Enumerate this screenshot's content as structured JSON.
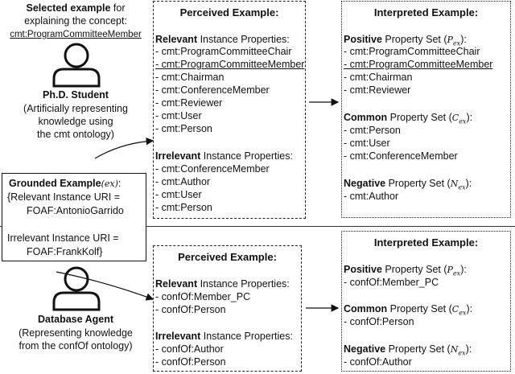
{
  "top_left": {
    "selected_bold": "Selected example",
    "selected_rest": " for",
    "explaining": "explaining the concept:",
    "concept": "cmt:ProgramCommitteeMember",
    "role": "Ph.D. Student",
    "desc1": "(Artificially representing",
    "desc2": "knowledge using",
    "desc3": "the cmt ontology)"
  },
  "grounded": {
    "label_bold": "Grounded Example",
    "label_sym": "(ex)",
    "label_end": ":",
    "line1": "{Relevant Instance URI =",
    "line2": "FOAF:AntonioGarrido",
    "line3": "Irrelevant Instance URI =",
    "line4": "FOAF:FrankKolf}"
  },
  "bottom_left": {
    "role": "Database Agent",
    "desc1": "(Representing knowledge",
    "desc2": "from the confOf ontology)"
  },
  "perceived_top": {
    "title": "Perceived Example:",
    "relevant_bold": "Relevant",
    "relevant_rest": " Instance Properties:",
    "relevant_items": [
      "- cmt:ProgramCommitteeChair",
      "- cmt:ProgramCommitteeMember",
      "- cmt:Chairman",
      "- cmt:ConferenceMember",
      "- cmt:Reviewer",
      "- cmt:User",
      "- cmt:Person"
    ],
    "irrelevant_bold": "Irrelevant",
    "irrelevant_rest": " Instance Properties:",
    "irrelevant_items": [
      "- cmt:ConferenceMember",
      "- cmt:Author",
      "- cmt:User",
      "- cmt:Person"
    ]
  },
  "interpreted_top": {
    "title": "Interpreted Example:",
    "positive_bold": "Positive",
    "positive_rest": " Property Set (",
    "positive_sym": "P",
    "positive_sub": "ex",
    "positive_items": [
      "- cmt:ProgramCommitteeChair",
      "- cmt:ProgramCommitteeMember",
      "- cmt:Chairman",
      "- cmt:Reviewer"
    ],
    "common_bold": "Common",
    "common_rest": " Property Set (",
    "common_sym": "C",
    "common_sub": "ex",
    "common_items": [
      "- cmt:Person",
      "- cmt:User",
      "- cmt:ConferenceMember"
    ],
    "negative_bold": "Negative",
    "negative_rest": " Property Set (",
    "negative_sym": "N",
    "negative_sub": "ex",
    "negative_items": [
      "- cmt:Author"
    ],
    "close": "):"
  },
  "perceived_bottom": {
    "title": "Perceived Example:",
    "relevant_bold": "Relevant",
    "relevant_rest": " Instance Properties:",
    "relevant_items": [
      "- confOf:Member_PC",
      "- confOf:Person"
    ],
    "irrelevant_bold": "Irrelevant",
    "irrelevant_rest": " Instance Properties:",
    "irrelevant_items": [
      "- confOf:Author",
      "- confOf:Person"
    ]
  },
  "interpreted_bottom": {
    "title": "Interpreted Example:",
    "positive_bold": "Positive",
    "positive_rest": " Property Set (",
    "positive_sym": "P",
    "positive_sub": "ex",
    "positive_items": [
      "- confOf:Member_PC"
    ],
    "common_bold": "Common",
    "common_rest": " Property Set (",
    "common_sym": "C",
    "common_sub": "ex",
    "common_items": [
      "- confOf:Person"
    ],
    "negative_bold": "Negative",
    "negative_rest": " Property Set (",
    "negative_sym": "N",
    "negative_sub": "ex",
    "negative_items": [
      "- confOf:Author"
    ],
    "close": "):"
  }
}
